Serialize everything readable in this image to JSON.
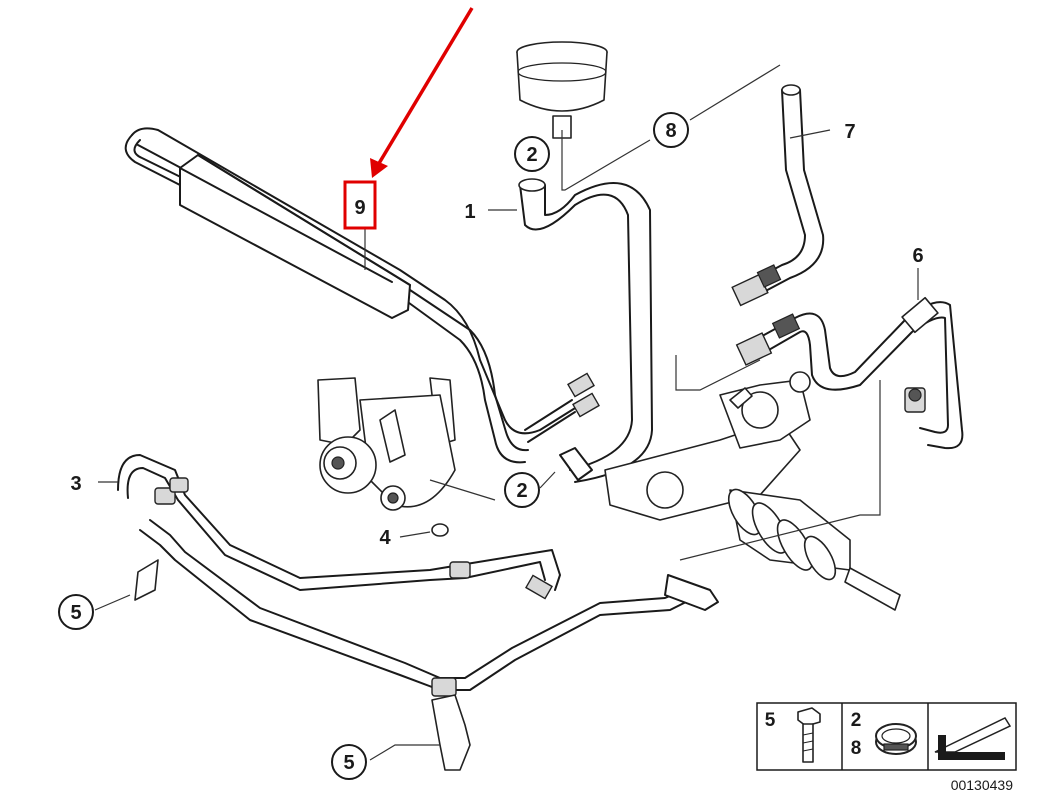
{
  "callouts": {
    "c1": "1",
    "c2a": "2",
    "c2b": "2",
    "c3": "3",
    "c4": "4",
    "c5a": "5",
    "c5b": "5",
    "c6": "6",
    "c7": "7",
    "c8": "8",
    "c9": "9"
  },
  "legend": {
    "bolt_number": "5",
    "clamp_number_top": "2",
    "clamp_number_bottom": "8"
  },
  "reference_number": "00130439",
  "colors": {
    "highlight_red": "#e00000",
    "line": "#1a1a1a"
  },
  "icons": [
    "red-arrow-icon",
    "bolt-icon",
    "hose-clamp-icon",
    "right-angle-arrow-icon"
  ]
}
